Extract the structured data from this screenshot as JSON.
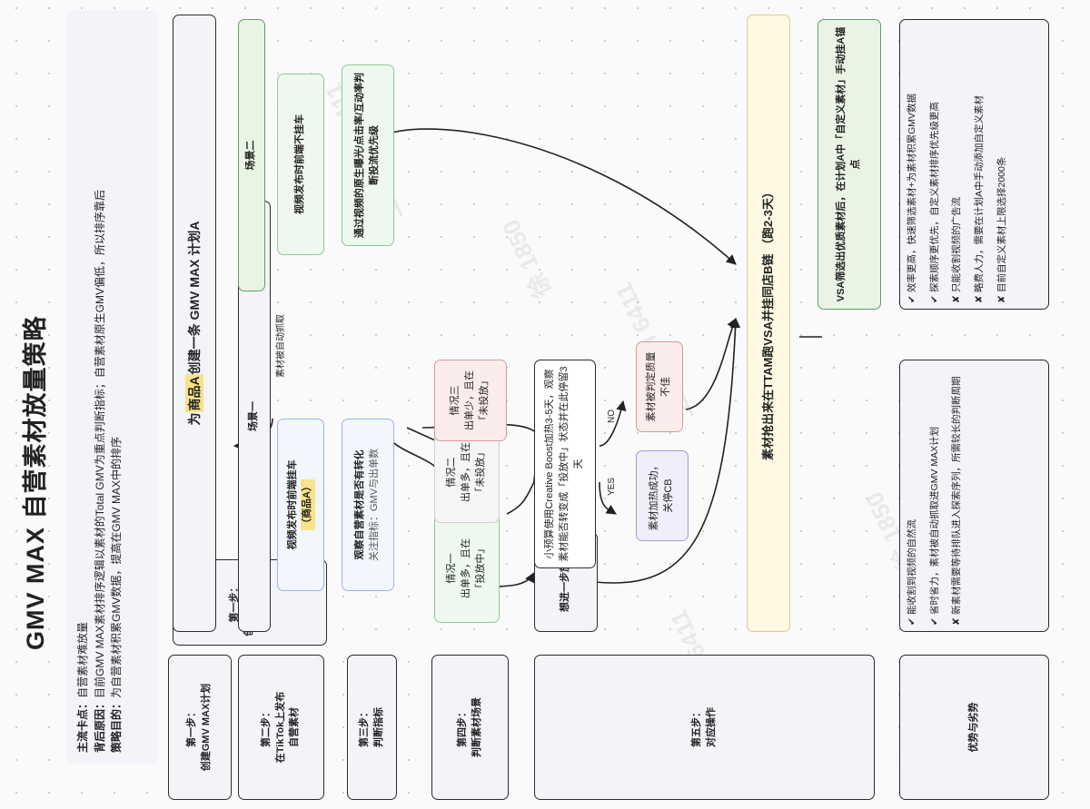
{
  "title": "GMV MAX 自营素材放量策略",
  "summary": {
    "l1_label": "主流卡点：",
    "l1_text": "自营素材难放量",
    "l2_label": "背后原因：",
    "l2_text": "目前GMV MAX素材排序逻辑以素材的Total GMV为重点判断指标；自营素材原生GMV偏低，所以排序靠后",
    "l3_label": "策略目的：",
    "l3_text": "为自营素材积累GMV数据，提高在GMV MAX中的排序"
  },
  "steps": {
    "s1": [
      "第一步：",
      "创建GMV MAX计划"
    ],
    "s2": [
      "第二步：",
      "在TikTok上发布",
      "自营素材"
    ],
    "s3": [
      "第三步：",
      "判断指标"
    ],
    "s4": [
      "第四步：",
      "判断素材场景"
    ],
    "s5": [
      "第五步：",
      "对应操作"
    ],
    "s6": "优势与劣势"
  },
  "plan": {
    "pre": "为",
    "hl": "商品A",
    "post": "创建一条 GMV MAX 计划A",
    "auto_label": "素材被自动抓取"
  },
  "scene1": {
    "header": "场景一",
    "publish": "视频发布时前端挂车",
    "product": "（商品A）",
    "observe": "观察自营素材是否有转化",
    "observe_note": "关注指标：GMV与出单数"
  },
  "scene2": {
    "header": "场景二",
    "publish": "视频发布时前端不挂车",
    "judge": "通过视频的原生曝光/点击率/互动率判断投流优先级"
  },
  "cases": {
    "c1": [
      "情况一",
      "出单多，且在",
      "「投放中」"
    ],
    "c2": [
      "情况二",
      "出单多，且在",
      "「未投放」"
    ],
    "c3": [
      "情况三",
      "出单少，且在",
      "「未投放」"
    ]
  },
  "ops": {
    "further": "想进一步放量",
    "boost": "小预算使用Creative Boost加热3-5天，观察素材能否转变成「投放中」状态并在此停留3天",
    "yes": "YES",
    "no": "NO",
    "success": "素材加热成功，关停CB",
    "fail": "素材被判定质量不佳",
    "final": "素材抢出来在TTAM跑VSA并挂同店B链 （跑2-3天）",
    "vsa": "VSA筛选出优质素材后，在计划A中「自定义素材」手动挂A锚点"
  },
  "pros_cons_1": [
    {
      "mark": "✔",
      "text": "能收割到视频的自然流"
    },
    {
      "mark": "✔",
      "text": "省时省力，素材被自动抓取进GMV MAX计划"
    },
    {
      "mark": "✘",
      "text": "新素材需要等待排队进入探索序列，所需较长的判断周期"
    }
  ],
  "pros_cons_2": [
    {
      "mark": "✔",
      "text": "效率更高，快速筛选素材+为素材积累GMV数据"
    },
    {
      "mark": "✔",
      "text": "探索顺序更优先，自定义素材排序优先级更高"
    },
    {
      "mark": "✘",
      "text": "只能收割视频的广告流"
    },
    {
      "mark": "✘",
      "text": "略费人力，需要在计划A中手动添加自定义素材"
    },
    {
      "mark": "✘",
      "text": "目前自定义素材上限选择2000条"
    }
  ],
  "watermarks": [
    "王巍 wei 6411",
    "徐 1850"
  ],
  "colors": {
    "highlight": "#f8e38a",
    "green": "#eef8ee",
    "red": "#fbecec",
    "purple": "#f1eefb",
    "blue": "#f2f6fd"
  }
}
